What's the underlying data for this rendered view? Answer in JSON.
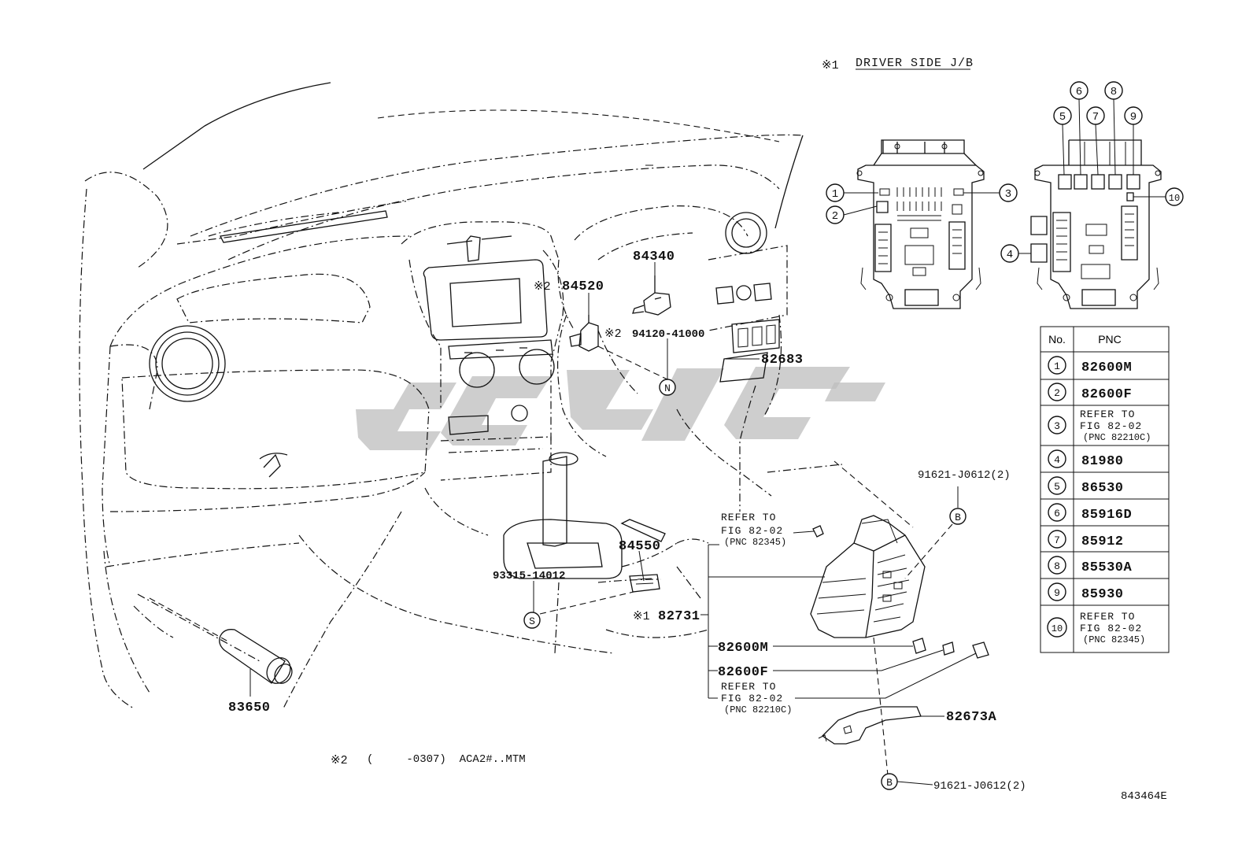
{
  "header": {
    "note_mark": "※1",
    "title": "DRIVER SIDE J/B"
  },
  "parts": {
    "p84340": "84340",
    "p84520": "84520",
    "p94120": "94120-41000",
    "p82683": "82683",
    "p84550": "84550",
    "p93315": "93315-14012",
    "p82731": "82731",
    "p82600M": "82600M",
    "p82600F": "82600F",
    "p83650": "83650",
    "p82673A": "82673A",
    "p91621_top": "91621-J0612(2)",
    "p91621_bottom": "91621-J0612(2)"
  },
  "marks": {
    "note2": "※2",
    "note1": "※1",
    "circle_N": "N",
    "circle_S": "S",
    "circle_B": "B"
  },
  "refs": {
    "ref_a_line1": "REFER TO",
    "ref_a_line2": "FIG 82-02",
    "ref_a_line3": "(PNC 82345)",
    "ref_b_line1": "REFER TO",
    "ref_b_line2": "FIG 82-02",
    "ref_b_line3": "(PNC 82210C)"
  },
  "footnote": {
    "mark": "※2",
    "text": "(     -0307)  ACA2#..MTM"
  },
  "figure_code": "843464E",
  "jb_callouts": [
    "1",
    "2",
    "3",
    "4",
    "5",
    "6",
    "7",
    "8",
    "9",
    "10"
  ],
  "pnc_table": {
    "header_no": "No.",
    "header_pnc": "PNC",
    "rows": [
      {
        "no": "1",
        "pnc": [
          "82600M"
        ]
      },
      {
        "no": "2",
        "pnc": [
          "82600F"
        ]
      },
      {
        "no": "3",
        "pnc": [
          "REFER TO",
          "FIG 82-02",
          "(PNC 82210C)"
        ]
      },
      {
        "no": "4",
        "pnc": [
          "81980"
        ]
      },
      {
        "no": "5",
        "pnc": [
          "86530"
        ]
      },
      {
        "no": "6",
        "pnc": [
          "85916D"
        ]
      },
      {
        "no": "7",
        "pnc": [
          "85912"
        ]
      },
      {
        "no": "8",
        "pnc": [
          "85530A"
        ]
      },
      {
        "no": "9",
        "pnc": [
          "85930"
        ]
      },
      {
        "no": "10",
        "pnc": [
          "REFER TO",
          "FIG 82-02",
          "(PNC 82345)"
        ]
      }
    ]
  },
  "colors": {
    "ink": "#111111",
    "watermark": "#bdbdbd"
  }
}
